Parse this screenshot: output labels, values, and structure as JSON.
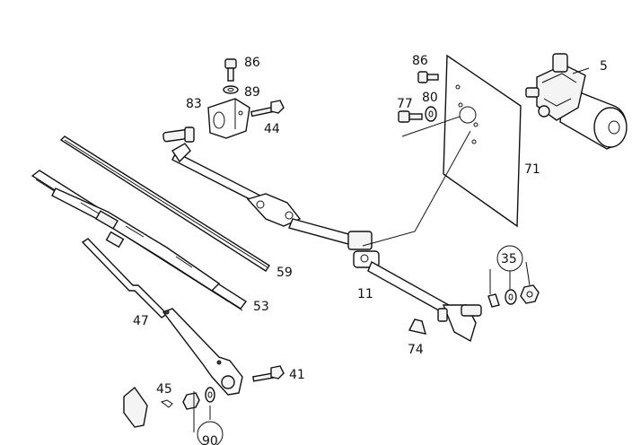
{
  "diagram": {
    "labels": {
      "l5": "5",
      "l11": "11",
      "l35": "35",
      "l41": "41",
      "l44": "44",
      "l45": "45",
      "l47": "47",
      "l53": "53",
      "l59": "59",
      "l71": "71",
      "l74": "74",
      "l77": "77",
      "l80": "80",
      "l83": "83",
      "l86a": "86",
      "l86b": "86",
      "l89": "89",
      "l90": "90"
    }
  }
}
